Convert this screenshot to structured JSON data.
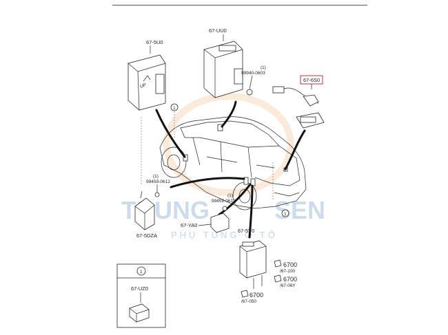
{
  "labels": {
    "p_5u0": "67-5U0",
    "p_uu0": "67-UU0",
    "p_6s0": "67-6S0",
    "p_99940": "99940-0603",
    "p_1_a": "(1)",
    "p_99459_a": "99459-0612",
    "p_1_b": "(1)",
    "p_99459_b": "99459-0612",
    "p_1_c": "(1)",
    "p_5dza": "67-5DZA",
    "p_ya0": "67-YA0",
    "p_5y0": "67-5Y0",
    "p_6700_a": "6700",
    "p_67100": "/67-100",
    "p_6700_b": "6700",
    "p_6706y": "/67-06Y",
    "p_6700_c": "6700",
    "p_67050": "/67-050",
    "p_uz0": "67-UZ0",
    "ref_1": "1",
    "up": "UP"
  },
  "watermark": {
    "left": "TRUNG",
    "right": "SEN",
    "sub": "PHỤ TÙNG Ô TÔ"
  },
  "colors": {
    "highlight_box": "#d62828",
    "watermark": "#8fb3d9",
    "watermark_accent": "#f0a868"
  }
}
